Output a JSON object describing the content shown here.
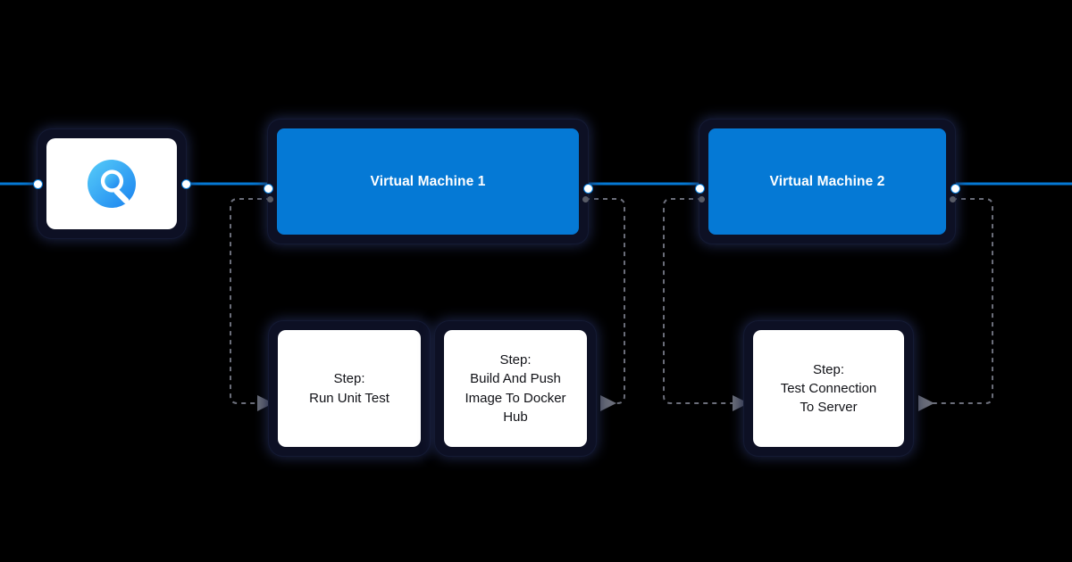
{
  "canvas": {
    "background": "#000000",
    "accent_color": "#0579d5",
    "node_bg_dark": "#0d1024",
    "node_bg_light": "#ffffff",
    "edge_color": "#6b6e7a"
  },
  "trigger": {
    "name": "pipeline-trigger",
    "icon": "harness-magnifier-logo",
    "gradient_from": "#4fc8f7",
    "gradient_to": "#1a86f0"
  },
  "stages": [
    {
      "id": "vm1",
      "label": "Virtual Machine 1",
      "steps": [
        {
          "id": "step1",
          "prefix": "Step:",
          "title_lines": [
            "Run Unit Test"
          ]
        },
        {
          "id": "step2",
          "prefix": "Step:",
          "title_lines": [
            "Build And Push",
            "Image To Docker",
            "Hub"
          ]
        }
      ]
    },
    {
      "id": "vm2",
      "label": "Virtual Machine 2",
      "steps": [
        {
          "id": "step3",
          "prefix": "Step:",
          "title_lines": [
            "Test Connection",
            "To Server"
          ]
        }
      ]
    }
  ],
  "edges": [
    {
      "id": "edge-trigger-to-vm1",
      "style": "solid",
      "color": "#0579d5"
    },
    {
      "id": "edge-vm1-to-vm2",
      "style": "solid",
      "color": "#0579d5"
    },
    {
      "id": "edge-vm1-left-to-step1",
      "style": "dashed",
      "color": "#6b6e7a"
    },
    {
      "id": "edge-vm1-right-to-step2",
      "style": "dashed",
      "color": "#6b6e7a"
    },
    {
      "id": "edge-vm2-left-to-step3",
      "style": "dashed",
      "color": "#6b6e7a"
    },
    {
      "id": "edge-vm2-right-out",
      "style": "dashed",
      "color": "#6b6e7a"
    }
  ]
}
